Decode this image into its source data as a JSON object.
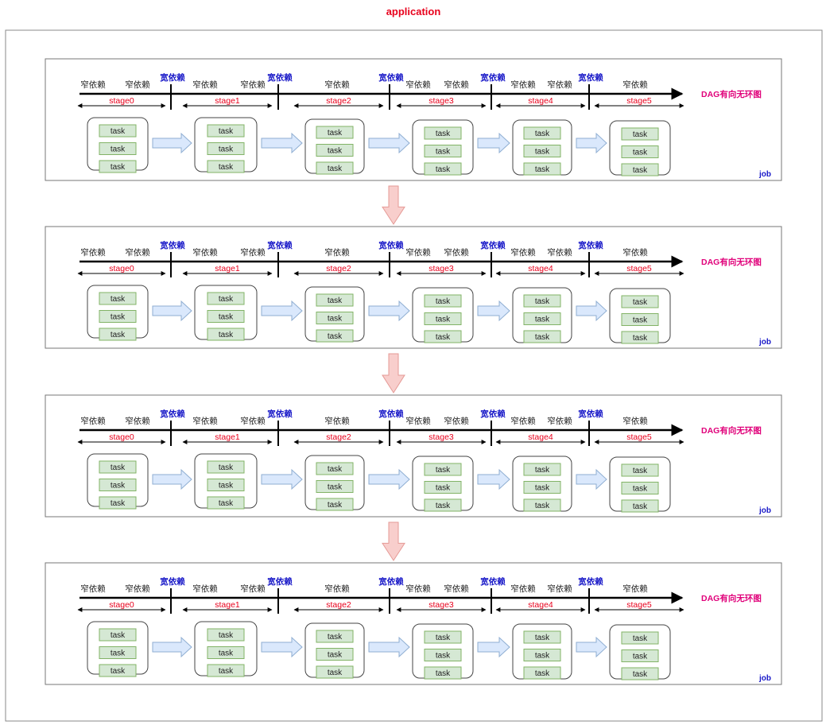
{
  "application": {
    "title": "application"
  },
  "labels": {
    "narrow": "窄依赖",
    "wide": "宽依赖",
    "dag": "DAG有向无环图",
    "job": "job",
    "task": "task"
  },
  "stages": [
    "stage0",
    "stage1",
    "stage2",
    "stage3",
    "stage4",
    "stage5"
  ],
  "stage_narrow_counts": [
    2,
    2,
    1,
    2,
    2,
    1
  ],
  "tasks_per_stage": 3,
  "job_count": 4,
  "colors": {
    "title": "#e8001c",
    "wide": "#1818c8",
    "stage": "#e8001c",
    "dag": "#e0007a",
    "job": "#1818c8",
    "task_fill": "#d5e8d4",
    "task_stroke": "#82b366",
    "flow_arrow_fill": "#dae8fc",
    "flow_arrow_stroke": "#8faed2",
    "job_arrow_fill": "#f8cecc",
    "job_arrow_stroke": "#e59a96"
  }
}
